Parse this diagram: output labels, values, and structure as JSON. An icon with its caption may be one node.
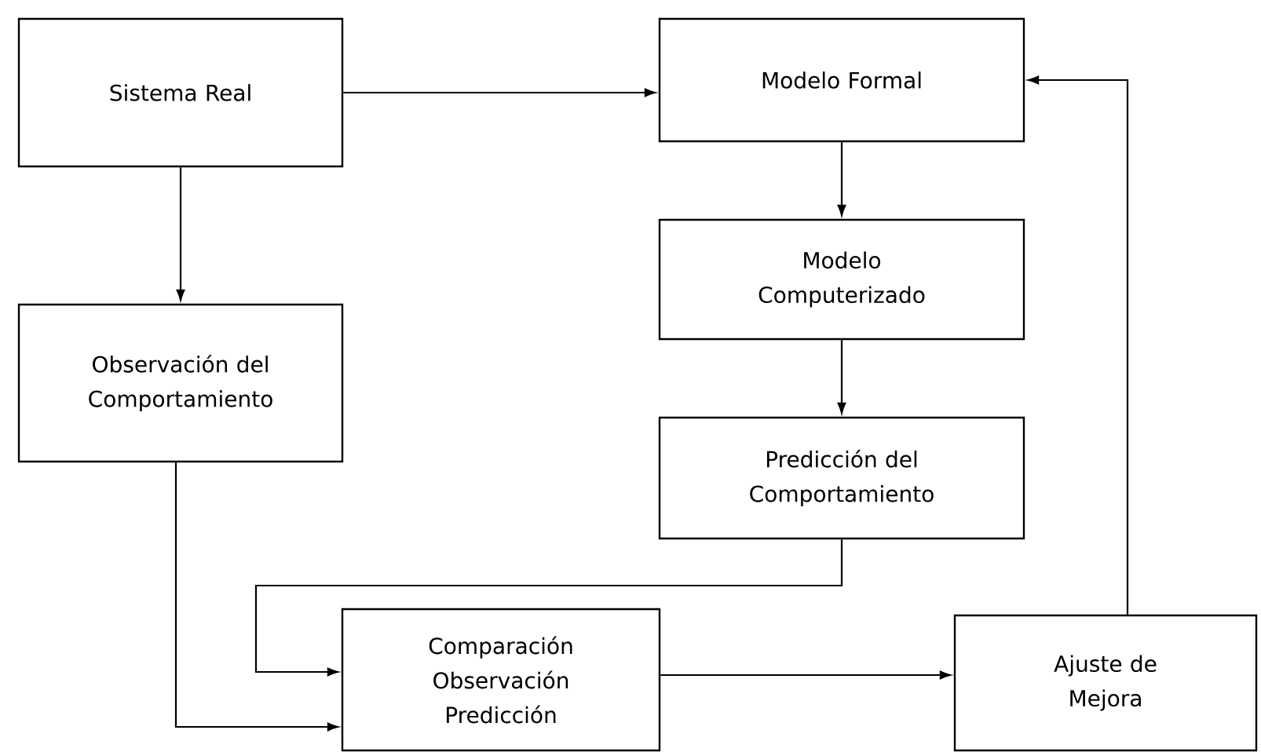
{
  "diagram": {
    "nodes": [
      {
        "text": [
          "Sistema Real"
        ]
      },
      {
        "text": [
          "Modelo Formal"
        ]
      },
      {
        "text": [
          "Modelo Computerizado"
        ]
      },
      {
        "text": [
          "Predicción del Comportamiento"
        ]
      },
      {
        "text": [
          "Observación del Comportamiento"
        ]
      },
      {
        "text": [
          "Comparación Observación Predicción"
        ]
      },
      {
        "text": [
          "Ajuste de Mejora"
        ]
      }
    ],
    "edges": [
      {
        "from": 0,
        "to": 1,
        "arrow": "to"
      },
      {
        "from": 0,
        "to": 4,
        "arrow": "to"
      },
      {
        "from": 1,
        "to": 2,
        "arrow": "to"
      },
      {
        "from": 2,
        "to": 3,
        "arrow": "to"
      },
      {
        "from": 3,
        "to": 5,
        "arrow": "to"
      },
      {
        "from": 4,
        "to": 5,
        "arrow": "to"
      },
      {
        "from": 5,
        "to": 6,
        "arrow": "to"
      },
      {
        "from": 6,
        "to": 1,
        "arrow": "to"
      }
    ]
  }
}
